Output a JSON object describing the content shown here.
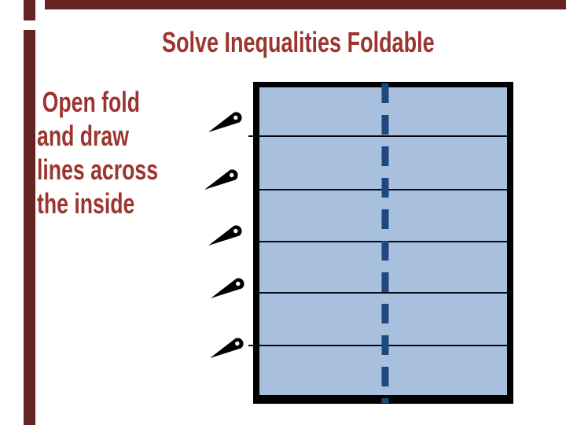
{
  "slide": {
    "title": "Solve Inequalities Foldable",
    "background_color": "#FFFFFF"
  },
  "instructions": {
    "lines": [
      "Open fold",
      "and draw",
      "lines across",
      "the inside"
    ],
    "text_color": "#9C3530"
  },
  "foldable_diagram": {
    "section_count": 6,
    "divider_line_count": 5,
    "fill_color": "#A8C0DE",
    "frame_color": "#000000",
    "fold_line_color": "#1F497D",
    "fold_line_style": "dashed-vertical-center"
  },
  "pen_icons": {
    "count": 5,
    "color": "#000000"
  },
  "theme": {
    "accent_bar_color": "#632423"
  }
}
